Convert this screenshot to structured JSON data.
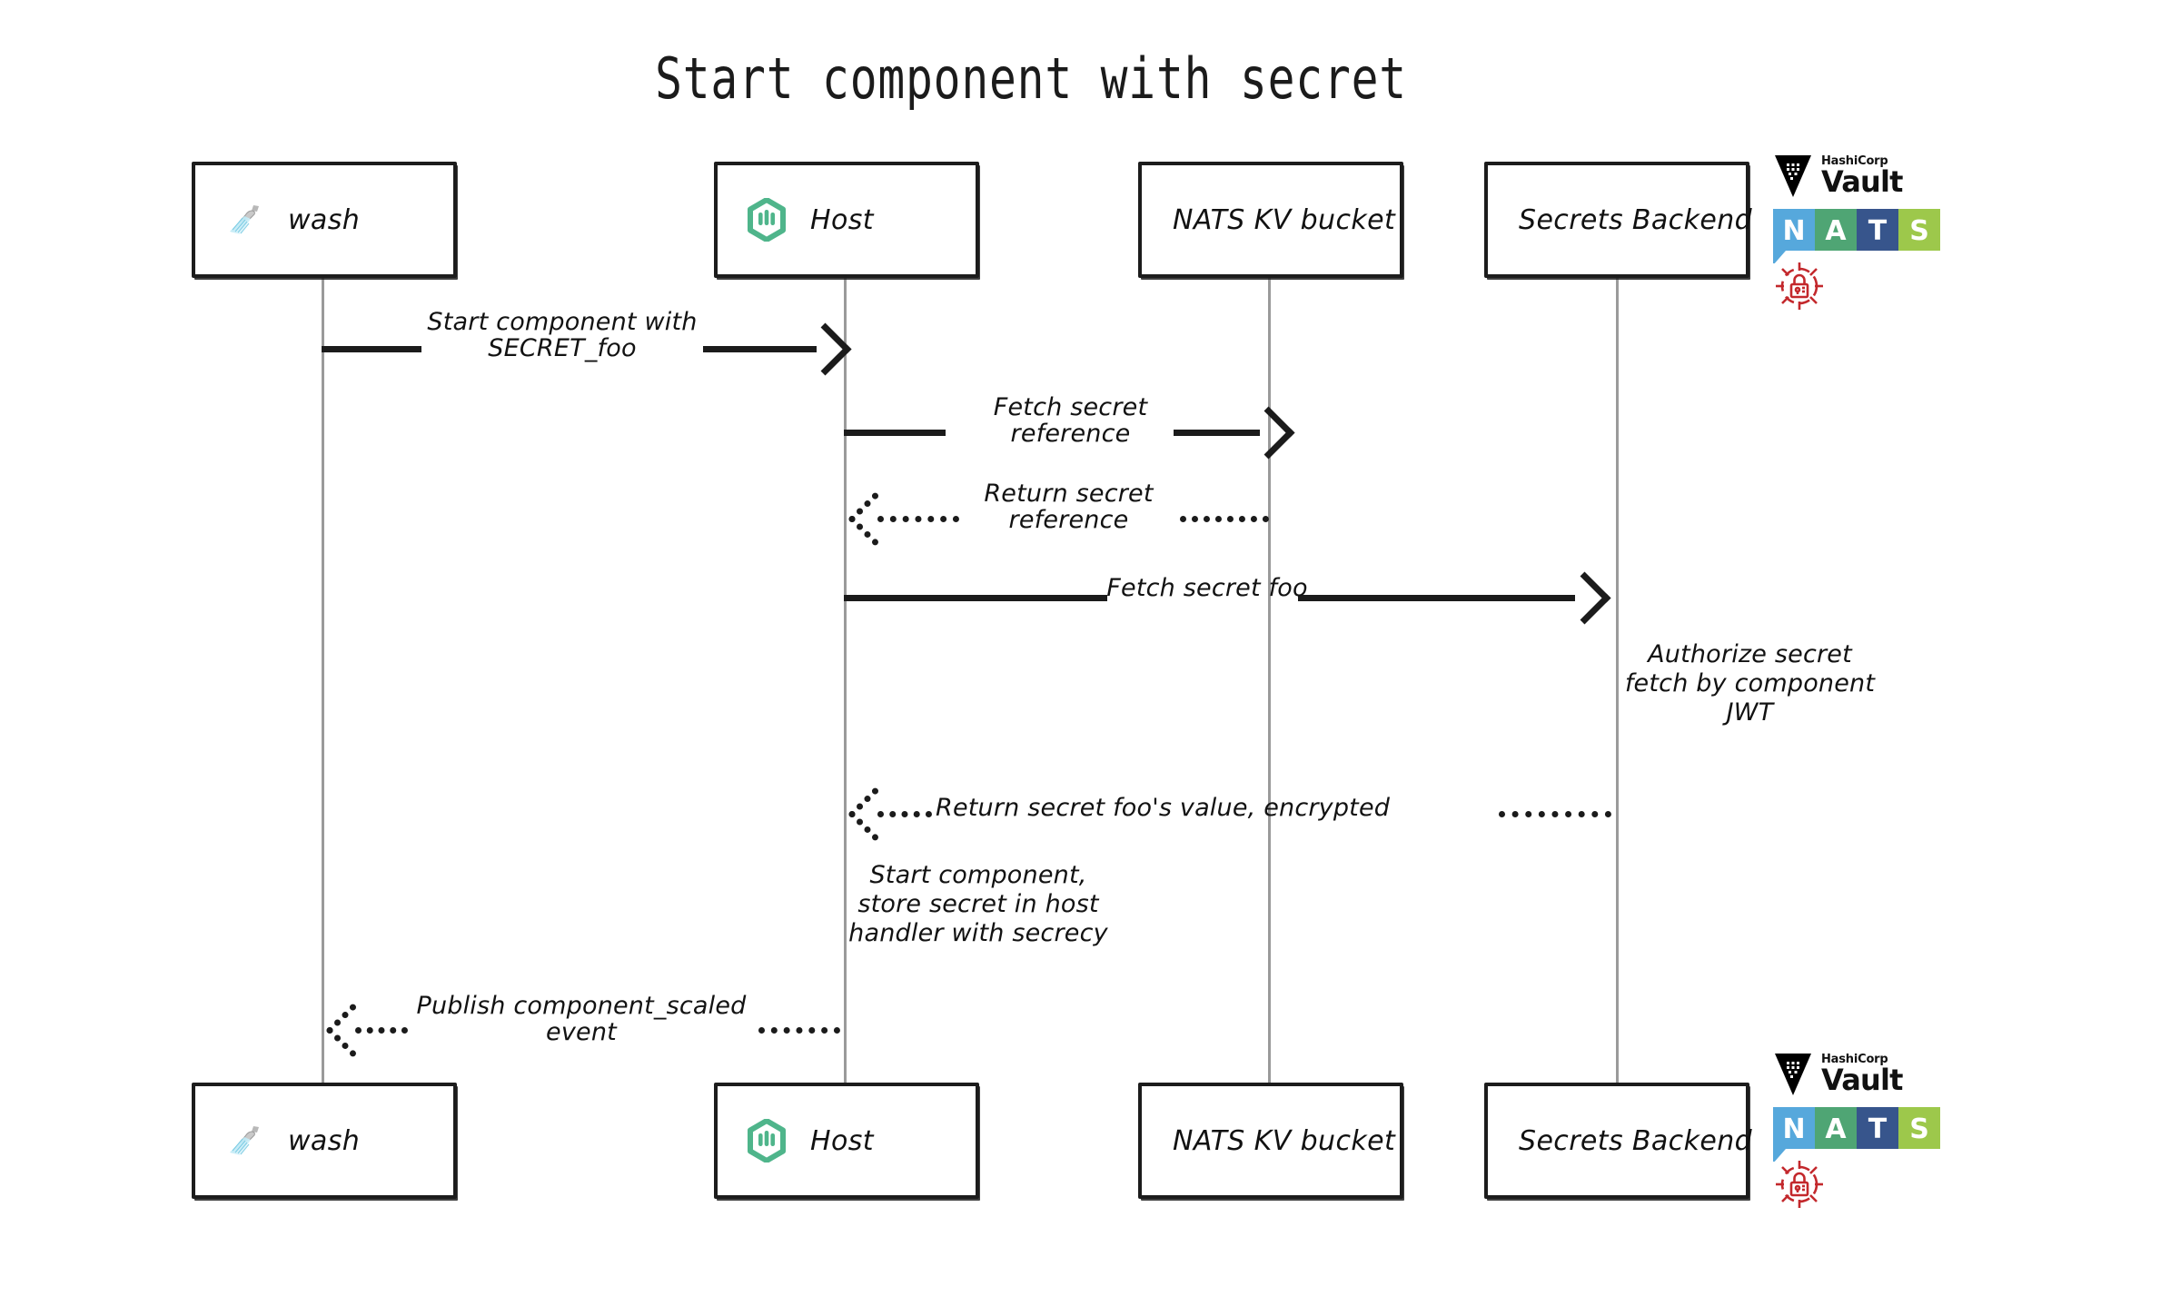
{
  "diagram": {
    "title": "Start component with secret",
    "type": "sequence-diagram",
    "style": "hand-drawn"
  },
  "participants": [
    {
      "id": "wash",
      "label": "wash",
      "icon": "shower-head-icon"
    },
    {
      "id": "host",
      "label": "Host",
      "icon": "wasmcloud-hexagon-icon"
    },
    {
      "id": "nats-kv-bucket",
      "label": "NATS KV bucket",
      "icon": "none"
    },
    {
      "id": "secrets-backend",
      "label": "Secrets Backend",
      "icon": "none"
    }
  ],
  "messages": [
    {
      "id": "m1",
      "from": "wash",
      "to": "host",
      "label": "Start component with\nSECRET_foo",
      "style": "solid",
      "direction": "right"
    },
    {
      "id": "m2",
      "from": "host",
      "to": "nats-kv-bucket",
      "label": "Fetch secret\nreference",
      "style": "solid",
      "direction": "right"
    },
    {
      "id": "m3",
      "from": "nats-kv-bucket",
      "to": "host",
      "label": "Return secret\nreference",
      "style": "dotted",
      "direction": "left"
    },
    {
      "id": "m4",
      "from": "host",
      "to": "secrets-backend",
      "label": "Fetch secret foo",
      "style": "solid",
      "direction": "right"
    },
    {
      "id": "m5",
      "from": "secrets-backend",
      "to": "host",
      "label": "Return secret foo's value, encrypted",
      "style": "dotted",
      "direction": "left"
    },
    {
      "id": "m6",
      "from": "host",
      "to": "wash",
      "label": "Publish component_scaled\nevent",
      "style": "dotted",
      "direction": "left"
    }
  ],
  "notes": [
    {
      "id": "n1",
      "near": "secrets-backend",
      "text": "Authorize secret\nfetch by component\nJWT"
    },
    {
      "id": "n2",
      "near": "host",
      "text": "Start component,\nstore secret in host\nhandler with secrecy"
    }
  ],
  "logos": {
    "vault": {
      "top_word": "HashiCorp",
      "main_word": "Vault",
      "mark_color": "#000000"
    },
    "nats": {
      "letters": [
        "N",
        "A",
        "T",
        "S"
      ],
      "tile_colors": [
        "#56A8DC",
        "#4FA574",
        "#37558C",
        "#9DC84B"
      ],
      "letter_color": "#ffffff"
    },
    "secrets": {
      "name": "secrets-lock-icon",
      "color": "#C3282C"
    }
  },
  "colors": {
    "box_border": "#1c1c1c",
    "lifeline": "#9a9a9a",
    "text": "#121212",
    "wasmcloud_green": "#4FB58B",
    "background": "#ffffff"
  }
}
